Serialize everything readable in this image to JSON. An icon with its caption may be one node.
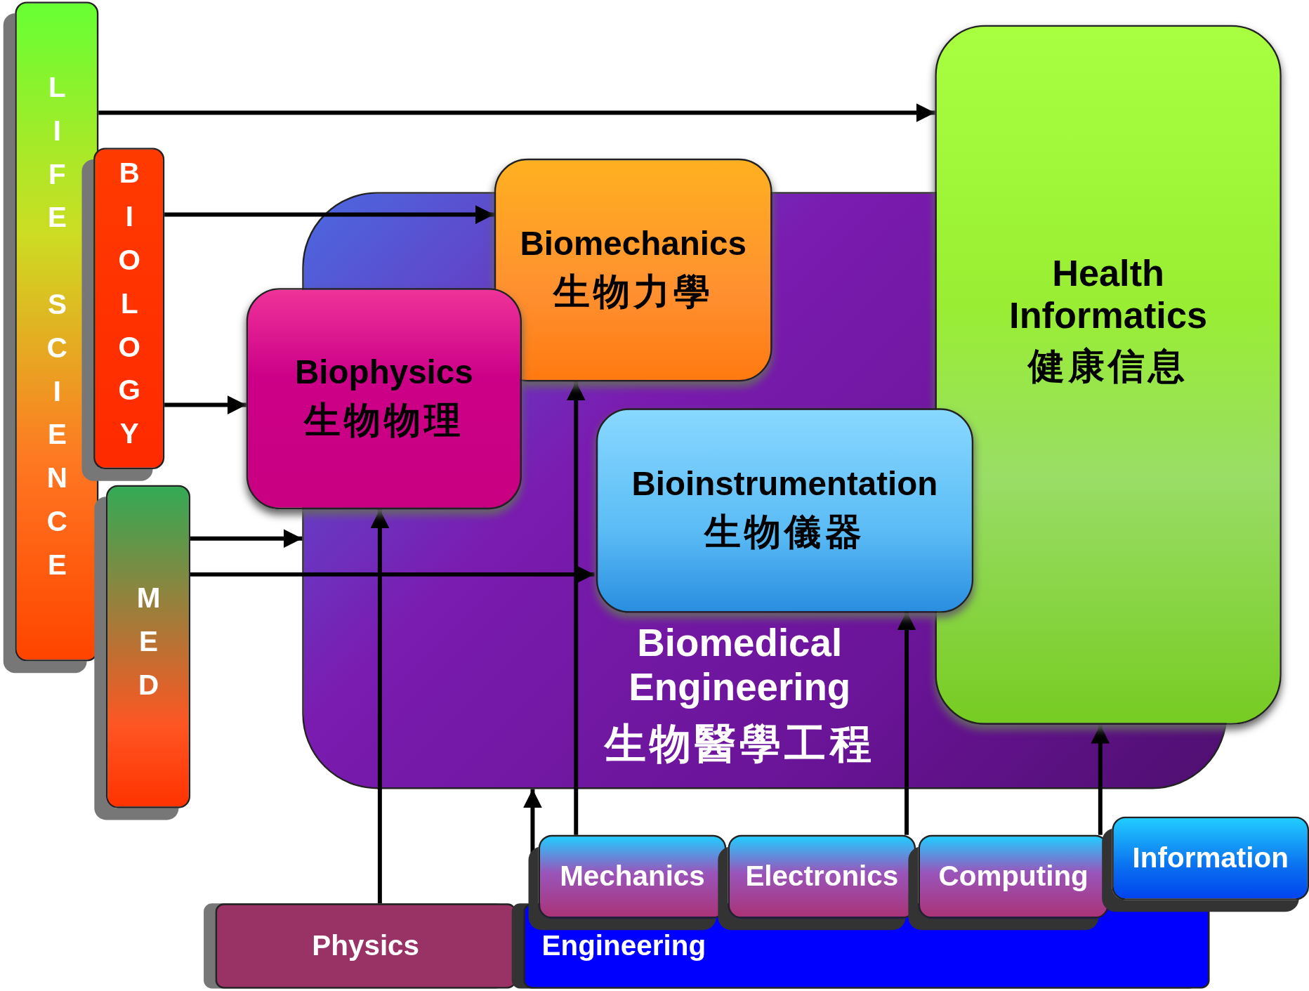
{
  "diagram": {
    "nodes": [
      {
        "text": [
          "LIFE SCIENCE"
        ]
      },
      {
        "text": [
          "BIOLOGY"
        ]
      },
      {
        "text": [
          "MED"
        ]
      },
      {
        "text": [
          "Biomedical Engineering",
          "生物醫學工程"
        ]
      },
      {
        "text": [
          "Biomechanics",
          "生物力學"
        ]
      },
      {
        "text": [
          "Biophysics",
          "生物物理"
        ]
      },
      {
        "text": [
          "Bioinstrumentation",
          "生物儀器"
        ],
        "in": 3
      },
      {
        "text": [
          "Health Informatics",
          "健康信息"
        ]
      },
      {
        "text": [
          "Mechanics"
        ]
      },
      {
        "text": [
          "Electronics"
        ]
      },
      {
        "text": [
          "Computing"
        ]
      },
      {
        "text": [
          "Information"
        ]
      },
      {
        "text": [
          "Physics"
        ]
      },
      {
        "text": [
          "Engineering"
        ]
      }
    ],
    "edges": [
      {
        "from": 0,
        "to": 7,
        "arrow": "to"
      },
      {
        "from": 1,
        "to": 4,
        "arrow": "to"
      },
      {
        "from": 1,
        "to": 5,
        "arrow": "to"
      },
      {
        "from": 2,
        "to": 3,
        "arrow": "to"
      },
      {
        "from": 2,
        "to": 6,
        "arrow": "to"
      },
      {
        "from": 12,
        "to": 5,
        "arrow": "to"
      },
      {
        "from": 13,
        "to": 3,
        "arrow": "to"
      },
      {
        "from": 8,
        "to": 4,
        "arrow": "to"
      },
      {
        "from": 9,
        "to": 6,
        "arrow": "to"
      },
      {
        "from": 10,
        "to": 7,
        "arrow": "to"
      }
    ]
  }
}
